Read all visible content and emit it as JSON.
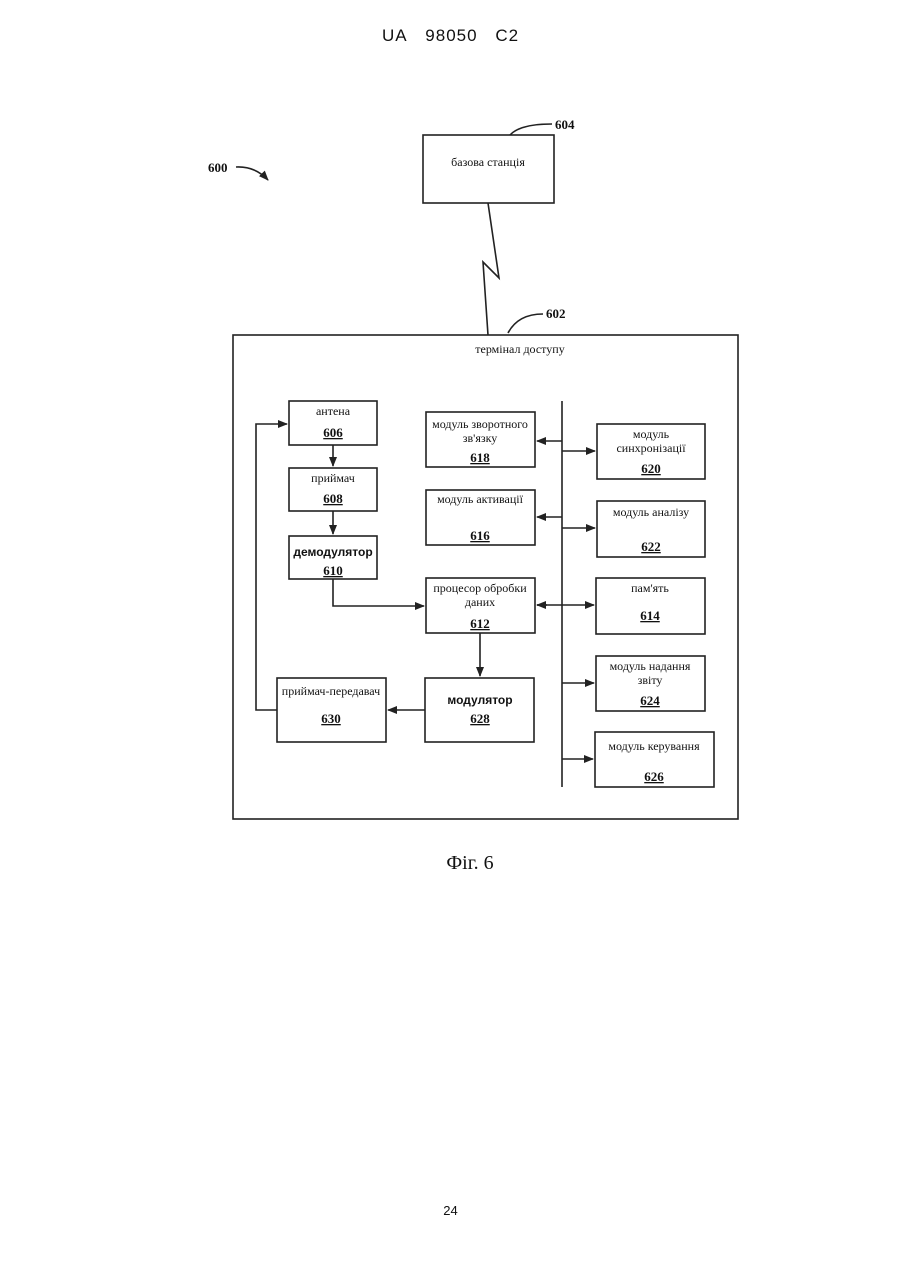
{
  "header": {
    "country": "UA",
    "number": "98050",
    "kind": "C2"
  },
  "refs": {
    "system": "600",
    "base_station": "604",
    "access_terminal": "602"
  },
  "base_station": {
    "label": "базова станція"
  },
  "access_terminal": {
    "label": "термінал доступу"
  },
  "blocks": {
    "antenna": {
      "label": "антена",
      "num": "606"
    },
    "receiver": {
      "label": "приймач",
      "num": "608"
    },
    "demodulator": {
      "label": "демодулятор",
      "num": "610"
    },
    "feedback": {
      "line1": "модуль зворотного",
      "line2": "зв'язку",
      "num": "618"
    },
    "activation": {
      "label": "модуль активації",
      "num": "616"
    },
    "processor": {
      "line1": "процесор обробки",
      "line2": "даних",
      "num": "612"
    },
    "modulator": {
      "label": "модулятор",
      "num": "628"
    },
    "transceiver": {
      "label": "приймач-передавач",
      "num": "630"
    },
    "sync": {
      "line1": "модуль",
      "line2": "синхронізації",
      "num": "620"
    },
    "analysis": {
      "label": "модуль аналізу",
      "num": "622"
    },
    "memory": {
      "label": "пам'ять",
      "num": "614"
    },
    "report": {
      "line1": "модуль надання",
      "line2": "звіту",
      "num": "624"
    },
    "control": {
      "label": "модуль керування",
      "num": "626"
    }
  },
  "caption": "Фіг. 6",
  "page_number": "24"
}
